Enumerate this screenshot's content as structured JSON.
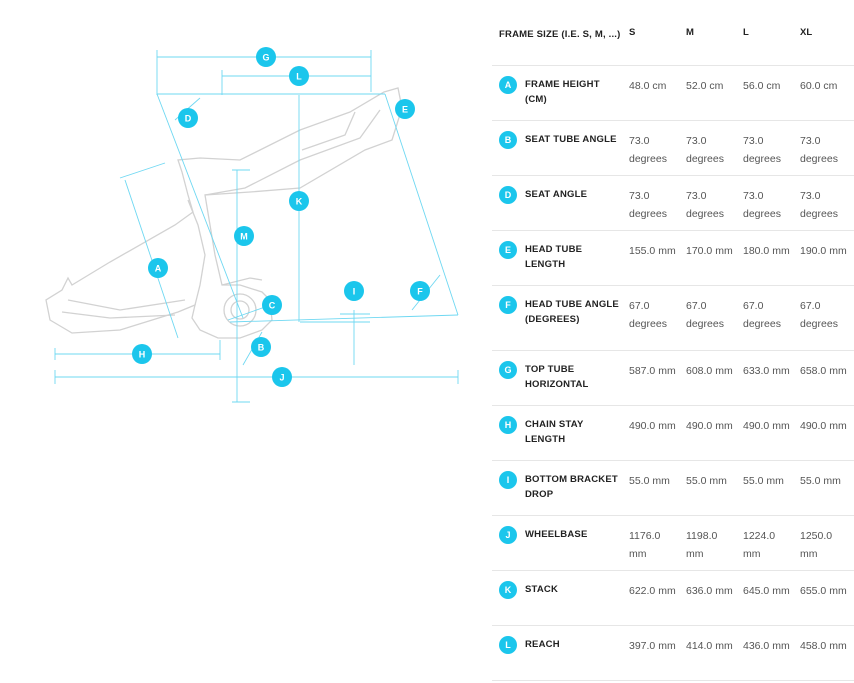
{
  "table": {
    "header": {
      "label": "FRAME SIZE (I.E. S, M, ...)",
      "sizes": [
        "S",
        "M",
        "L",
        "XL"
      ]
    },
    "rows": [
      {
        "letter": "A",
        "name": "FRAME HEIGHT (CM)",
        "values": [
          "48.0 cm",
          "52.0 cm",
          "56.0 cm",
          "60.0 cm"
        ]
      },
      {
        "letter": "B",
        "name": "SEAT TUBE ANGLE",
        "values": [
          "73.0 degrees",
          "73.0 degrees",
          "73.0 degrees",
          "73.0 degrees"
        ]
      },
      {
        "letter": "D",
        "name": "SEAT ANGLE",
        "values": [
          "73.0 degrees",
          "73.0 degrees",
          "73.0 degrees",
          "73.0 degrees"
        ]
      },
      {
        "letter": "E",
        "name": "HEAD TUBE LENGTH",
        "values": [
          "155.0 mm",
          "170.0 mm",
          "180.0 mm",
          "190.0 mm"
        ]
      },
      {
        "letter": "F",
        "name": "HEAD TUBE ANGLE (DEGREES)",
        "values": [
          "67.0 degrees",
          "67.0 degrees",
          "67.0 degrees",
          "67.0 degrees"
        ]
      },
      {
        "letter": "G",
        "name": "TOP TUBE HORIZONTAL",
        "values": [
          "587.0 mm",
          "608.0 mm",
          "633.0 mm",
          "658.0 mm"
        ]
      },
      {
        "letter": "H",
        "name": "CHAIN STAY LENGTH",
        "values": [
          "490.0 mm",
          "490.0 mm",
          "490.0 mm",
          "490.0 mm"
        ]
      },
      {
        "letter": "I",
        "name": "BOTTOM BRACKET DROP",
        "values": [
          "55.0 mm",
          "55.0 mm",
          "55.0 mm",
          "55.0 mm"
        ]
      },
      {
        "letter": "J",
        "name": "WHEELBASE",
        "values": [
          "1176.0 mm",
          "1198.0 mm",
          "1224.0 mm",
          "1250.0 mm"
        ]
      },
      {
        "letter": "K",
        "name": "STACK",
        "values": [
          "622.0 mm",
          "636.0 mm",
          "645.0 mm",
          "655.0 mm"
        ]
      },
      {
        "letter": "L",
        "name": "REACH",
        "values": [
          "397.0 mm",
          "414.0 mm",
          "436.0 mm",
          "458.0 mm"
        ]
      }
    ]
  },
  "diagram": {
    "markers": [
      "G",
      "L",
      "E",
      "D",
      "K",
      "M",
      "A",
      "C",
      "I",
      "F",
      "B",
      "H",
      "J"
    ],
    "colors": {
      "accent": "#1bc6ec",
      "frame": "#cfcfcf"
    }
  }
}
